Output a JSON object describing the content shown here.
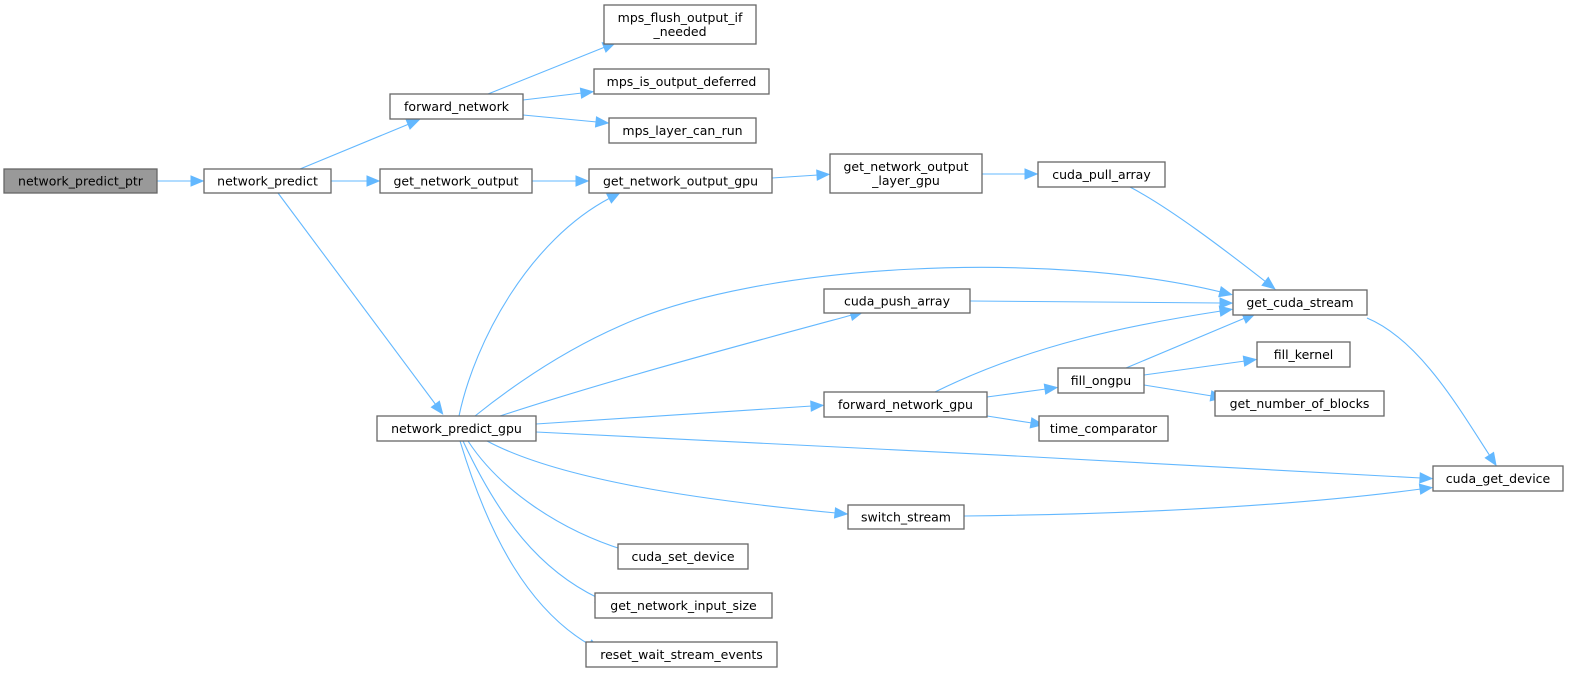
{
  "diagram": {
    "type": "call-graph",
    "colors": {
      "edge": "#63b8ff",
      "node_border": "#666666",
      "root_fill": "#999999",
      "node_fill": "#ffffff"
    },
    "nodes": [
      {
        "id": "network_predict_ptr",
        "lines": [
          "network_predict_ptr"
        ],
        "root": true
      },
      {
        "id": "network_predict",
        "lines": [
          "network_predict"
        ]
      },
      {
        "id": "forward_network",
        "lines": [
          "forward_network"
        ]
      },
      {
        "id": "mps_flush_output_if_needed",
        "lines": [
          "mps_flush_output_if",
          "_needed"
        ]
      },
      {
        "id": "mps_is_output_deferred",
        "lines": [
          "mps_is_output_deferred"
        ]
      },
      {
        "id": "mps_layer_can_run",
        "lines": [
          "mps_layer_can_run"
        ]
      },
      {
        "id": "get_network_output",
        "lines": [
          "get_network_output"
        ]
      },
      {
        "id": "get_network_output_gpu",
        "lines": [
          "get_network_output_gpu"
        ]
      },
      {
        "id": "get_network_output_layer_gpu",
        "lines": [
          "get_network_output",
          "_layer_gpu"
        ]
      },
      {
        "id": "cuda_pull_array",
        "lines": [
          "cuda_pull_array"
        ]
      },
      {
        "id": "network_predict_gpu",
        "lines": [
          "network_predict_gpu"
        ]
      },
      {
        "id": "cuda_push_array",
        "lines": [
          "cuda_push_array"
        ]
      },
      {
        "id": "get_cuda_stream",
        "lines": [
          "get_cuda_stream"
        ]
      },
      {
        "id": "forward_network_gpu",
        "lines": [
          "forward_network_gpu"
        ]
      },
      {
        "id": "fill_ongpu",
        "lines": [
          "fill_ongpu"
        ]
      },
      {
        "id": "fill_kernel",
        "lines": [
          "fill_kernel"
        ]
      },
      {
        "id": "get_number_of_blocks",
        "lines": [
          "get_number_of_blocks"
        ]
      },
      {
        "id": "time_comparator",
        "lines": [
          "time_comparator"
        ]
      },
      {
        "id": "cuda_get_device",
        "lines": [
          "cuda_get_device"
        ]
      },
      {
        "id": "switch_stream",
        "lines": [
          "switch_stream"
        ]
      },
      {
        "id": "cuda_set_device",
        "lines": [
          "cuda_set_device"
        ]
      },
      {
        "id": "get_network_input_size",
        "lines": [
          "get_network_input_size"
        ]
      },
      {
        "id": "reset_wait_stream_events",
        "lines": [
          "reset_wait_stream_events"
        ]
      }
    ],
    "edges": [
      {
        "from": "network_predict_ptr",
        "to": "network_predict"
      },
      {
        "from": "network_predict",
        "to": "forward_network"
      },
      {
        "from": "network_predict",
        "to": "get_network_output"
      },
      {
        "from": "network_predict",
        "to": "network_predict_gpu"
      },
      {
        "from": "forward_network",
        "to": "mps_flush_output_if_needed"
      },
      {
        "from": "forward_network",
        "to": "mps_is_output_deferred"
      },
      {
        "from": "forward_network",
        "to": "mps_layer_can_run"
      },
      {
        "from": "get_network_output",
        "to": "get_network_output_gpu"
      },
      {
        "from": "get_network_output_gpu",
        "to": "get_network_output_layer_gpu"
      },
      {
        "from": "get_network_output_layer_gpu",
        "to": "cuda_pull_array"
      },
      {
        "from": "cuda_pull_array",
        "to": "get_cuda_stream"
      },
      {
        "from": "network_predict_gpu",
        "to": "get_network_output_gpu"
      },
      {
        "from": "network_predict_gpu",
        "to": "get_cuda_stream"
      },
      {
        "from": "network_predict_gpu",
        "to": "cuda_push_array"
      },
      {
        "from": "network_predict_gpu",
        "to": "forward_network_gpu"
      },
      {
        "from": "network_predict_gpu",
        "to": "cuda_get_device"
      },
      {
        "from": "network_predict_gpu",
        "to": "switch_stream"
      },
      {
        "from": "network_predict_gpu",
        "to": "cuda_set_device"
      },
      {
        "from": "network_predict_gpu",
        "to": "get_network_input_size"
      },
      {
        "from": "network_predict_gpu",
        "to": "reset_wait_stream_events"
      },
      {
        "from": "cuda_push_array",
        "to": "get_cuda_stream"
      },
      {
        "from": "forward_network_gpu",
        "to": "get_cuda_stream"
      },
      {
        "from": "forward_network_gpu",
        "to": "fill_ongpu"
      },
      {
        "from": "forward_network_gpu",
        "to": "time_comparator"
      },
      {
        "from": "fill_ongpu",
        "to": "get_cuda_stream"
      },
      {
        "from": "fill_ongpu",
        "to": "fill_kernel"
      },
      {
        "from": "fill_ongpu",
        "to": "get_number_of_blocks"
      },
      {
        "from": "get_cuda_stream",
        "to": "cuda_get_device"
      },
      {
        "from": "switch_stream",
        "to": "cuda_get_device"
      }
    ]
  }
}
